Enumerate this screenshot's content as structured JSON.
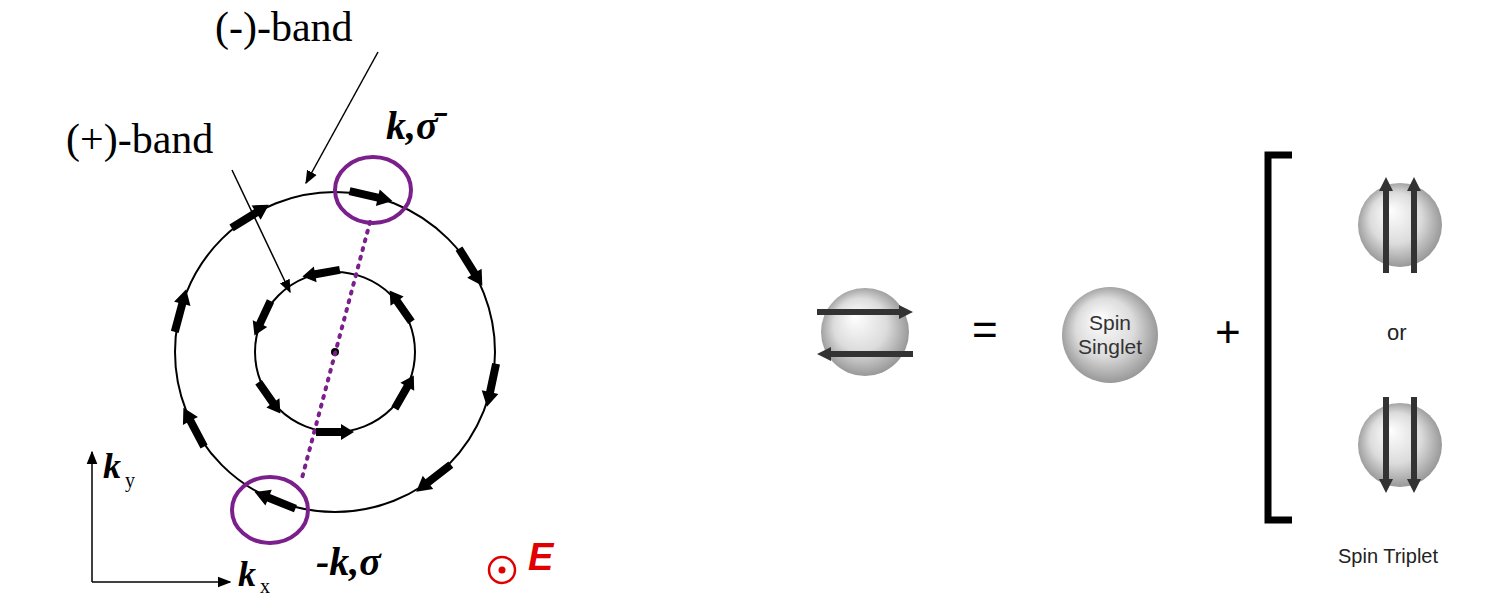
{
  "diagram": {
    "nodes": [
      {
        "text": [
          "Spin Singlet"
        ]
      }
    ],
    "labels": [
      "(-)-band",
      "(+)-band",
      "k,σ̄",
      "-k,σ",
      "k",
      "y",
      "k",
      "x",
      "E",
      "=",
      "+",
      "or",
      "Spin Triplet"
    ]
  }
}
